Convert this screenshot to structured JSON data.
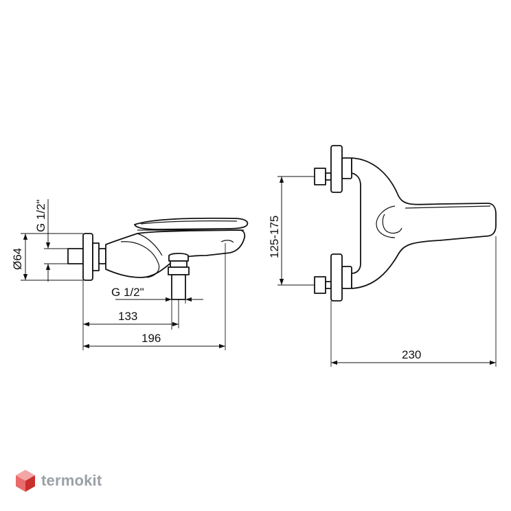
{
  "side_view": {
    "connection_thread_label": "G 1/2\"",
    "flange_diameter_label": "Ø64",
    "outlet_thread_label": "G 1/2\"",
    "outlet_offset_label": "133",
    "overall_length_label": "196"
  },
  "top_view": {
    "center_distance_label": "125-175",
    "overall_width_label": "230"
  },
  "brand": {
    "name": "termokit",
    "colors": {
      "logo_top": "#f4a6a6",
      "logo_left": "#ea6b6b",
      "logo_right": "#c9302c",
      "text": "#9aa0a6"
    }
  }
}
